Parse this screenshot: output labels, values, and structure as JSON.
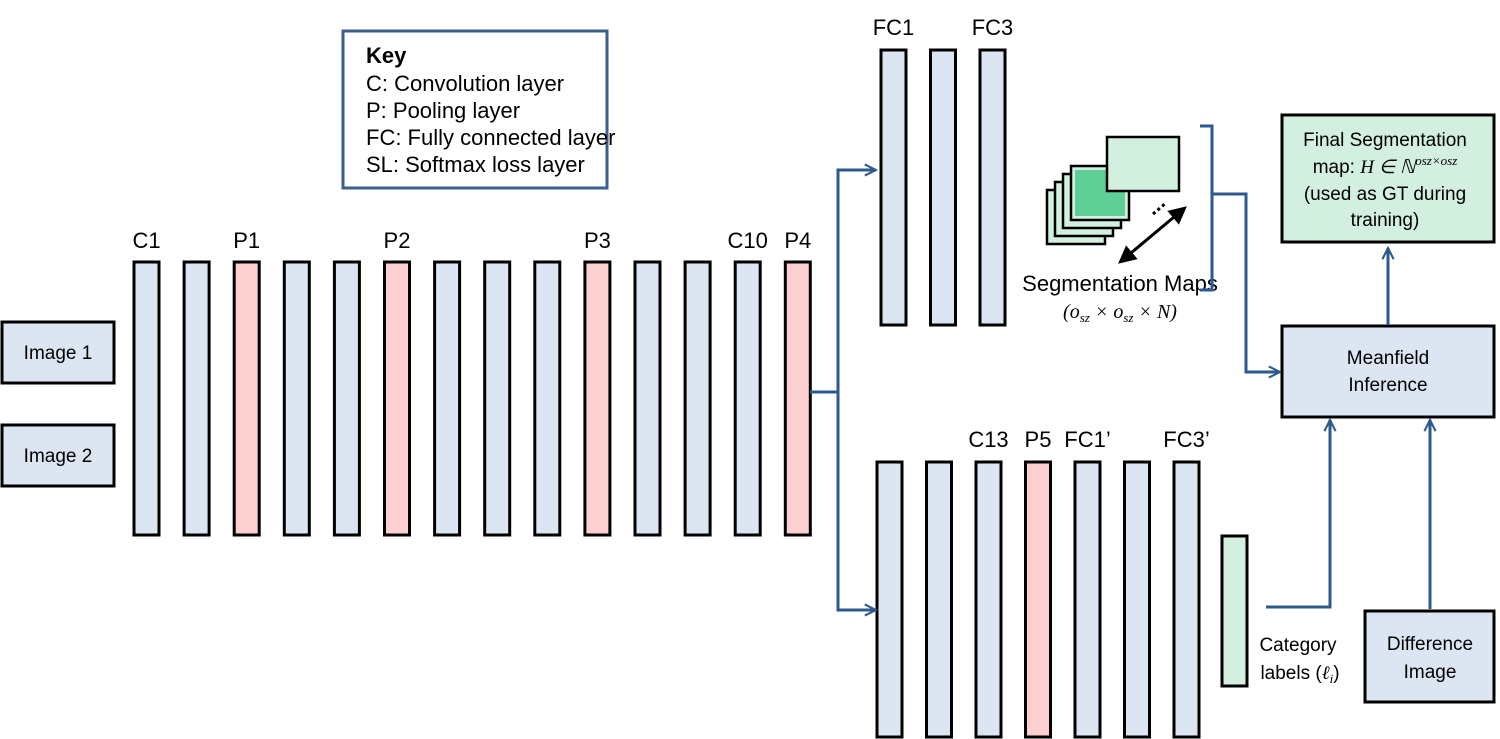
{
  "colors": {
    "conv": "#dce6f2",
    "pool": "#fcd0d0",
    "green": "#d3efdf",
    "green_dark": "#5fcf98",
    "stroke": "#000000",
    "arrow": "#2d5a8e",
    "key_border": "#3b5f8a"
  },
  "key": {
    "title": "Key",
    "lines": [
      "C: Convolution layer",
      "P: Pooling layer",
      "FC: Fully connected layer",
      "SL: Softmax loss layer"
    ]
  },
  "inputs": [
    "Image 1",
    "Image 2"
  ],
  "main_stack": {
    "kinds": [
      "conv",
      "conv",
      "pool",
      "conv",
      "conv",
      "pool",
      "conv",
      "conv",
      "conv",
      "pool",
      "conv",
      "conv",
      "conv",
      "pool"
    ],
    "labels": [
      {
        "index": 0,
        "text": "C1"
      },
      {
        "index": 2,
        "text": "P1"
      },
      {
        "index": 5,
        "text": "P2"
      },
      {
        "index": 9,
        "text": "P3"
      },
      {
        "index": 12,
        "text": "C10"
      },
      {
        "index": 13,
        "text": "P4"
      }
    ]
  },
  "top_branch": {
    "kinds": [
      "conv",
      "conv",
      "conv"
    ],
    "labels": [
      {
        "index": 0,
        "text": "FC1"
      },
      {
        "index": 2,
        "text": "FC3"
      }
    ]
  },
  "bottom_branch": {
    "kinds": [
      "conv",
      "conv",
      "conv",
      "pool",
      "conv",
      "conv",
      "conv"
    ],
    "labels": [
      {
        "index": 2,
        "text": "C13"
      },
      {
        "index": 3,
        "text": "P5"
      },
      {
        "index": 4,
        "text": "FC1’"
      },
      {
        "index": 6,
        "text": "FC3’"
      }
    ]
  },
  "seg_maps": {
    "label": "Segmentation Maps",
    "dims": "(o",
    "dims_full": [
      "(o",
      "sz",
      " × o",
      "sz",
      " × N)"
    ]
  },
  "final_seg": {
    "line1": "Final Segmentation",
    "line2_text": "map: ",
    "line2_math": "H ∈ ℕ",
    "line2_sup": "osz×osz",
    "line3": "(used as GT during",
    "line4": "training)"
  },
  "meanfield": {
    "line1": "Meanfield",
    "line2": "Inference"
  },
  "category": {
    "line1": "Category",
    "line2": "labels (",
    "math": "ℓ",
    "sub": "i",
    "close": ")"
  },
  "difference": {
    "line1": "Difference",
    "line2": "Image"
  }
}
